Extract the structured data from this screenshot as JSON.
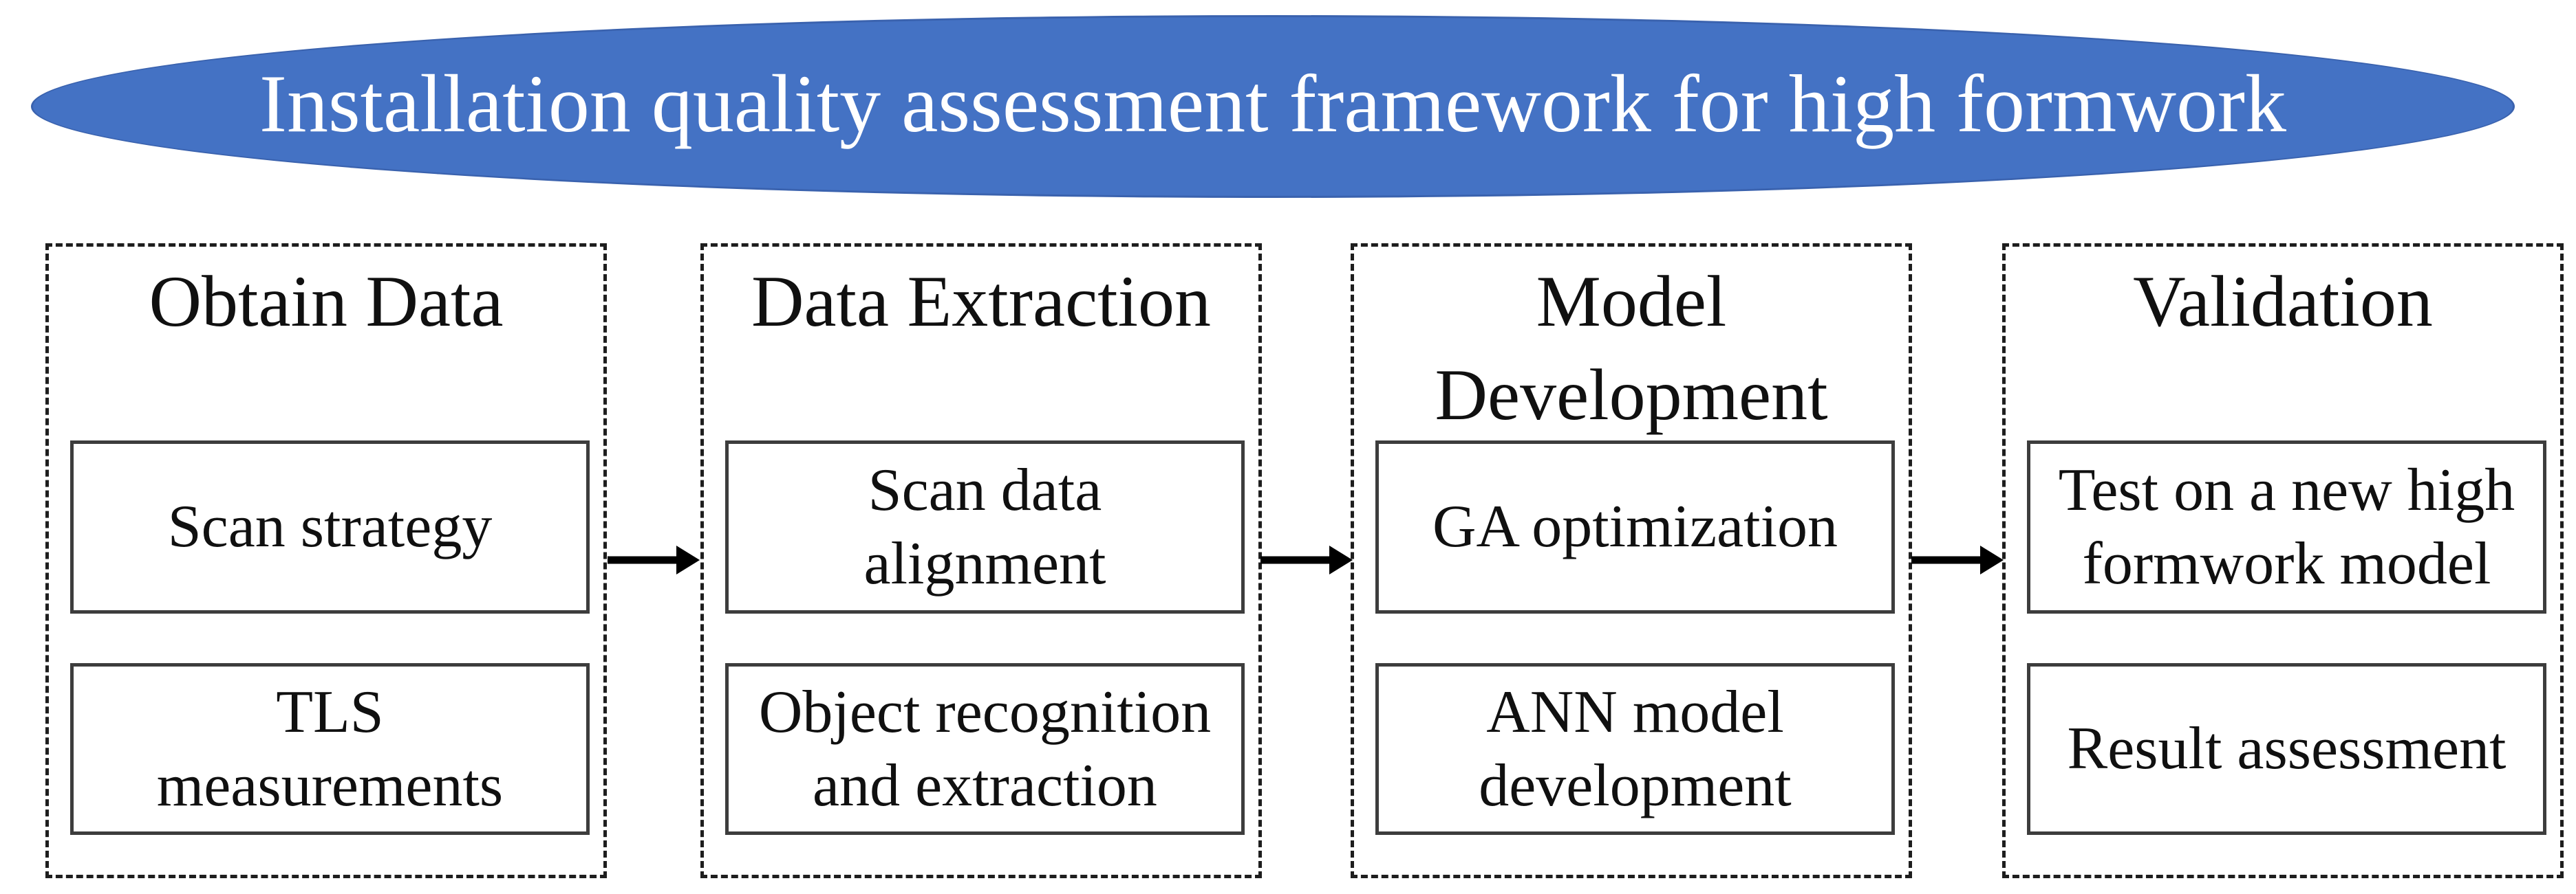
{
  "banner": {
    "title": "Installation quality assessment framework for high formwork"
  },
  "columns": [
    {
      "header": "Obtain Data",
      "boxes": [
        "Scan strategy",
        "TLS\nmeasurements"
      ]
    },
    {
      "header": "Data Extraction",
      "boxes": [
        "Scan data\nalignment",
        "Object recognition\nand extraction"
      ]
    },
    {
      "header": "Model\nDevelopment",
      "boxes": [
        "GA optimization",
        "ANN model\ndevelopment"
      ]
    },
    {
      "header": "Validation",
      "boxes": [
        "Test on a new high\nformwork model",
        "Result assessment"
      ]
    }
  ],
  "arrows": [
    {
      "from": "Obtain Data",
      "to": "Data Extraction"
    },
    {
      "from": "Data Extraction",
      "to": "Model Development"
    },
    {
      "from": "Model Development",
      "to": "Validation"
    }
  ],
  "colors": {
    "ellipse_fill": "#4472C4",
    "ellipse_border": "#3A62AE",
    "banner_text": "#FFFFFF",
    "body_text": "#101010",
    "box_border": "#3D3D3D",
    "dashed_border": "#1E1E1E",
    "arrow": "#000000",
    "background": "#FFFFFF"
  }
}
